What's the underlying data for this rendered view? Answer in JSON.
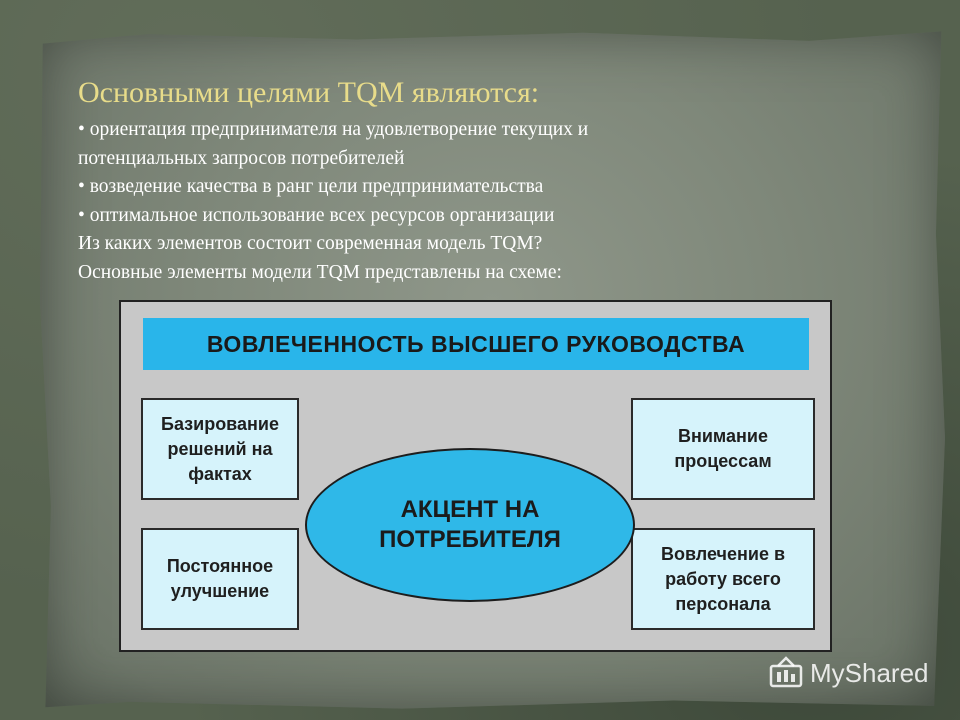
{
  "slide": {
    "title": "Основными целями TQM являются:",
    "lines": [
      "• ориентация предпринимателя на удовлетворение текущих и",
      "потенциальных запросов потребителей",
      "• возведение качества в ранг цели предпринимательства",
      "• оптимальное использование всех ресурсов организации",
      "Из каких элементов состоит современная модель TQM?",
      "Основные элементы модели TQM представлены на схеме:"
    ]
  },
  "diagram": {
    "banner": "ВОВЛЕЧЕННОСТЬ ВЫСШЕГО РУКОВОДСТВА",
    "center": "АКЦЕНТ НА ПОТРЕБИТЕЛЯ",
    "top_left": "Базирование решений на фактах",
    "bottom_left": "Постоянное улучшение",
    "top_right": "Внимание процессам",
    "bottom_right": "Вовлечение в работу всего персонала"
  },
  "watermark": {
    "text": "MyShared",
    "icon": "myshared-logo-icon"
  },
  "colors": {
    "title": "#e8dc8a",
    "banner": "#29b5ea",
    "boxes": "#d6f3fb",
    "ellipse": "#2fb8e8"
  }
}
